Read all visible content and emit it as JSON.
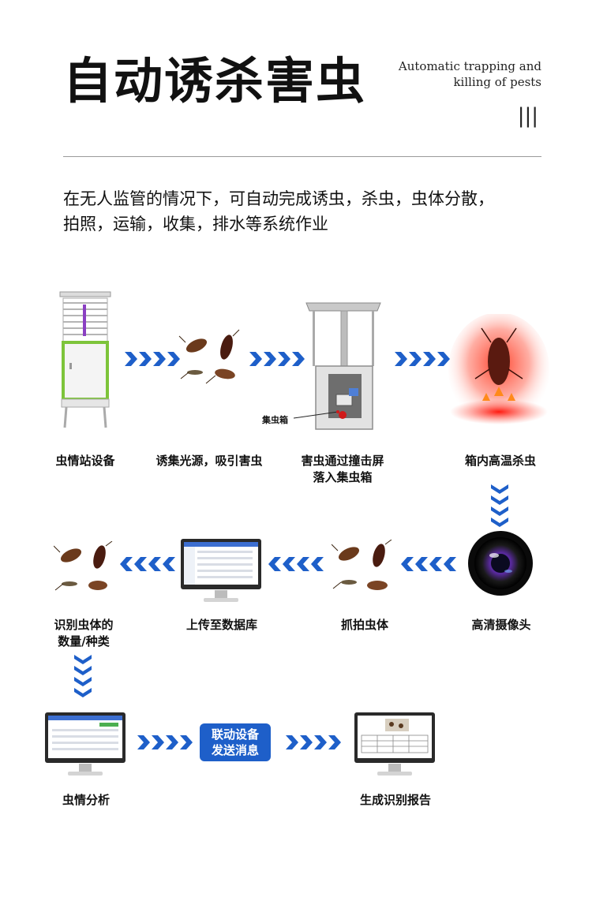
{
  "header": {
    "title": "自动诱杀害虫",
    "subtitle_line1": "Automatic trapping and",
    "subtitle_line2": "killing of pests",
    "bars": "|||"
  },
  "description": {
    "line1": "在无人监管的情况下，可自动完成诱虫，杀虫，虫体分散，",
    "line2": "拍照，运输，收集，排水等系统作业"
  },
  "steps": {
    "station": "虫情站设备",
    "lure": "诱集光源，吸引害虫",
    "impact_line1": "害虫通过撞击屏",
    "impact_line2": "落入集虫箱",
    "heat": "箱内高温杀虫",
    "camera": "高清摄像头",
    "capture": "抓拍虫体",
    "upload": "上传至数据库",
    "identify_line1": "识别虫体的",
    "identify_line2": "数量/种类",
    "analysis": "虫情分析",
    "report": "生成识别报告"
  },
  "callout": {
    "collector": "集虫箱"
  },
  "badge": {
    "line1": "联动设备",
    "line2": "发送消息"
  },
  "colors": {
    "arrow_blue": "#1e5fc9",
    "accent_green": "#7dc43a",
    "heat_red": "#ff2a1a"
  }
}
